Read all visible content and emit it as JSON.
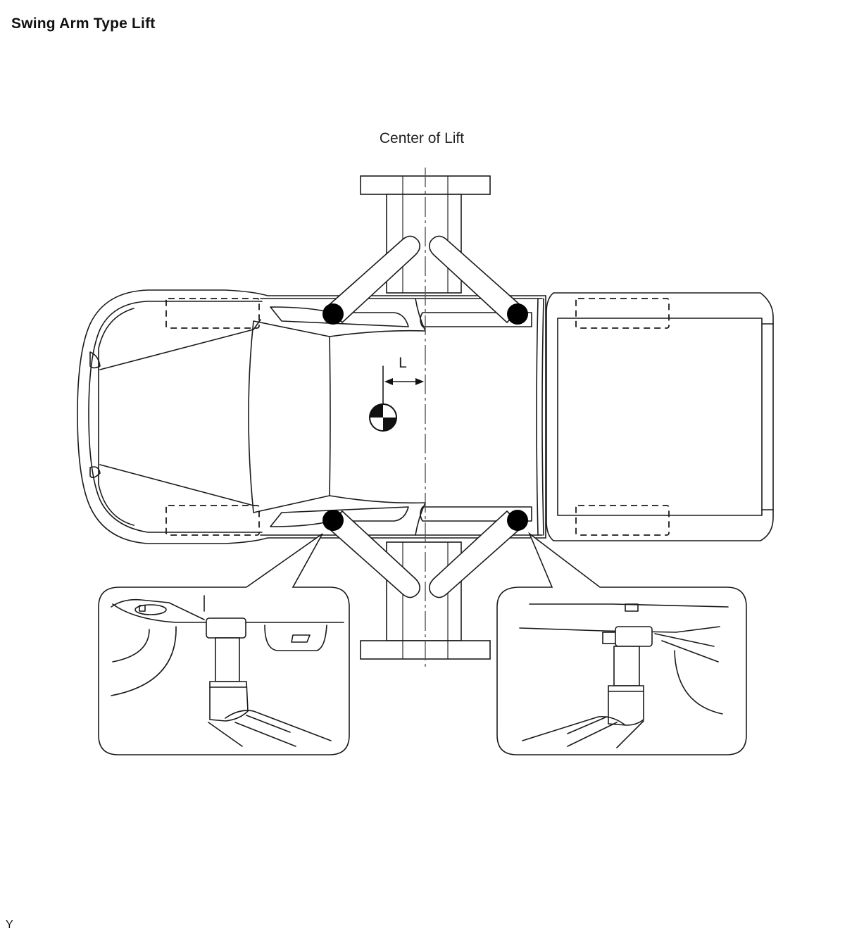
{
  "title": "Swing Arm Type Lift",
  "diagram": {
    "center_label": "Center of Lift",
    "distance_label": "L",
    "lift_points": [
      "front-left",
      "rear-left",
      "front-right",
      "rear-right"
    ],
    "icons": [
      "center-of-gravity-icon",
      "lift-pad-icon"
    ]
  },
  "footer_code": "Y"
}
